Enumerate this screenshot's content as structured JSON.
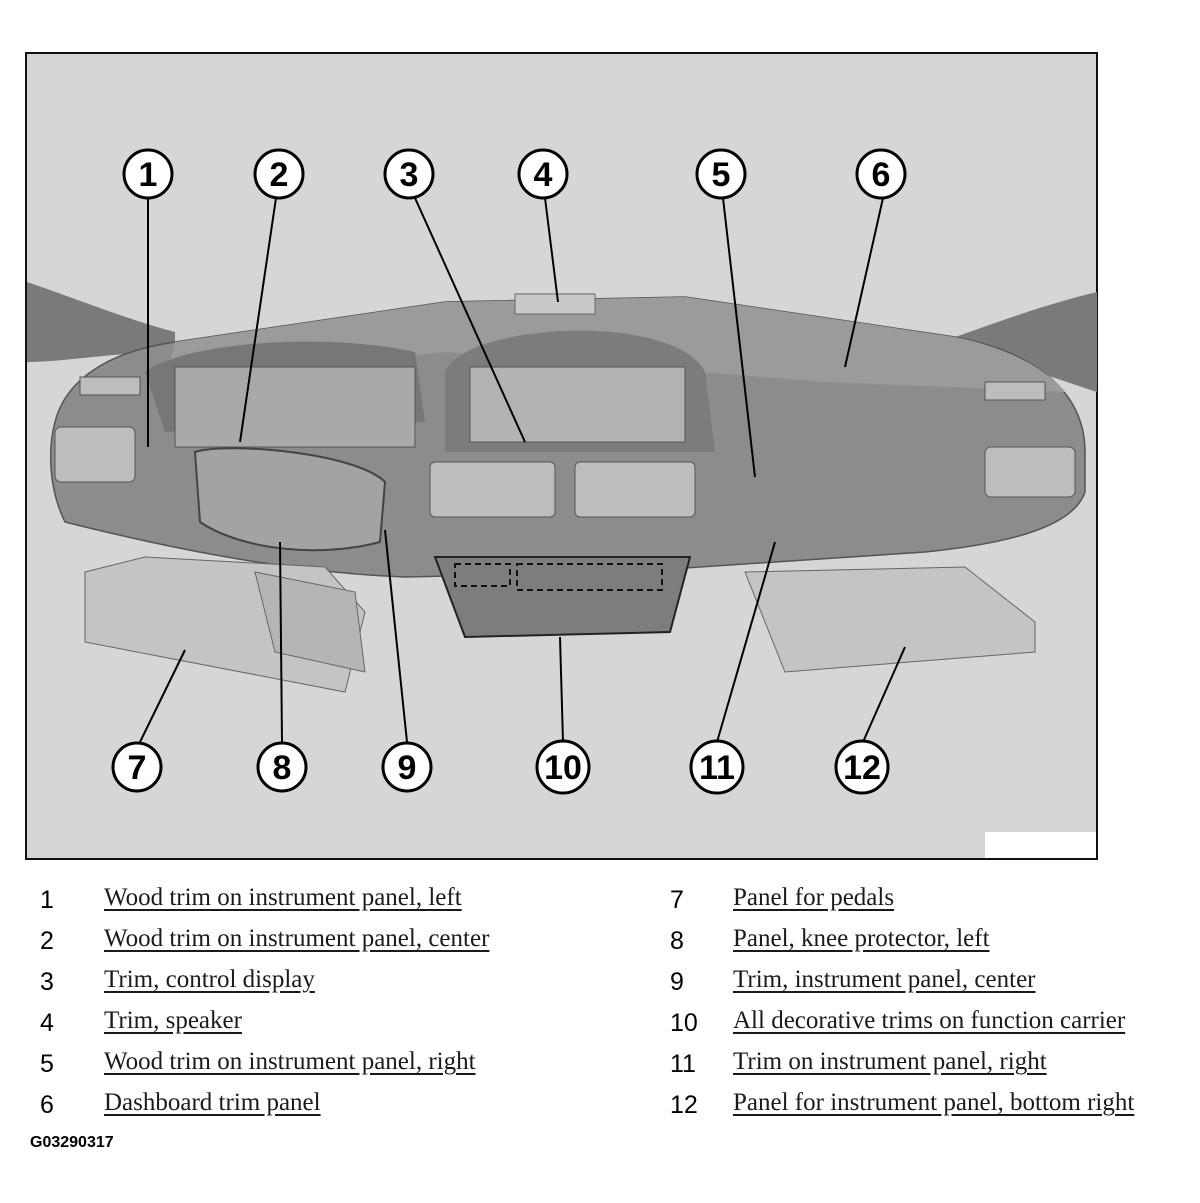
{
  "callouts": [
    "1",
    "2",
    "3",
    "4",
    "5",
    "6",
    "7",
    "8",
    "9",
    "10",
    "11",
    "12"
  ],
  "legend": [
    {
      "num": "1",
      "label": "Wood trim on instrument panel, left"
    },
    {
      "num": "2",
      "label": "Wood trim on instrument panel, center"
    },
    {
      "num": "3",
      "label": "Trim, control display"
    },
    {
      "num": "4",
      "label": "Trim, speaker"
    },
    {
      "num": "5",
      "label": "Wood trim on instrument panel, right"
    },
    {
      "num": "6",
      "label": "Dashboard trim panel"
    },
    {
      "num": "7",
      "label": "Panel for pedals"
    },
    {
      "num": "8",
      "label": "Panel, knee protector, left"
    },
    {
      "num": "9",
      "label": "Trim, instrument panel, center"
    },
    {
      "num": "10",
      "label": "All decorative trims on function carrier"
    },
    {
      "num": "11",
      "label": "Trim on instrument panel, right"
    },
    {
      "num": "12",
      "label": "Panel for instrument panel, bottom right"
    }
  ],
  "figure_id": "G03290317",
  "colors": {
    "background": "#d6d6d6",
    "dash": "#8c8c8c",
    "dash_dark": "#5c5c5c",
    "panel_light": "#c4c4c4"
  }
}
